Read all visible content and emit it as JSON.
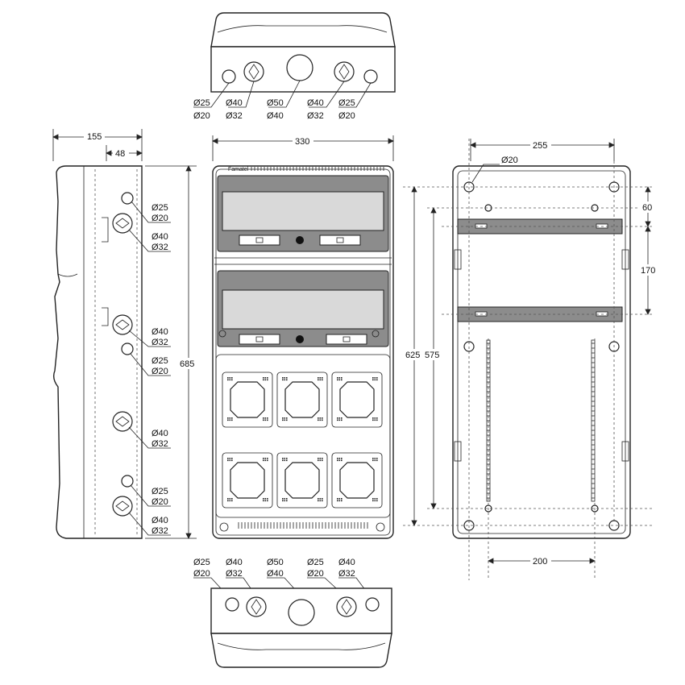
{
  "brand": "Famatel",
  "top_view": {
    "labels": [
      {
        "l1": "Ø25",
        "l2": "Ø20"
      },
      {
        "l1": "Ø40",
        "l2": "Ø32"
      },
      {
        "l1": "Ø50",
        "l2": "Ø40"
      },
      {
        "l1": "Ø40",
        "l2": "Ø32"
      },
      {
        "l1": "Ø25",
        "l2": "Ø20"
      }
    ]
  },
  "bottom_view": {
    "labels": [
      {
        "l1": "Ø25",
        "l2": "Ø20"
      },
      {
        "l1": "Ø40",
        "l2": "Ø32"
      },
      {
        "l1": "Ø50",
        "l2": "Ø40"
      },
      {
        "l1": "Ø25",
        "l2": "Ø20"
      },
      {
        "l1": "Ø40",
        "l2": "Ø32"
      }
    ]
  },
  "side_view": {
    "dim_depth": "155",
    "dim_offset": "48",
    "dim_height": "685",
    "labels": [
      {
        "l1": "Ø25",
        "l2": "Ø20"
      },
      {
        "l1": "Ø40",
        "l2": "Ø32"
      },
      {
        "l1": "Ø40",
        "l2": "Ø32"
      },
      {
        "l1": "Ø25",
        "l2": "Ø20"
      },
      {
        "l1": "Ø40",
        "l2": "Ø32"
      },
      {
        "l1": "Ø25",
        "l2": "Ø20"
      },
      {
        "l1": "Ø40",
        "l2": "Ø32"
      }
    ]
  },
  "front_view": {
    "dim_width": "330"
  },
  "back_view": {
    "dim_width": "255",
    "hole": "Ø20",
    "dim_60": "60",
    "dim_170": "170",
    "dim_625": "625",
    "dim_575": "575",
    "dim_200": "200"
  }
}
